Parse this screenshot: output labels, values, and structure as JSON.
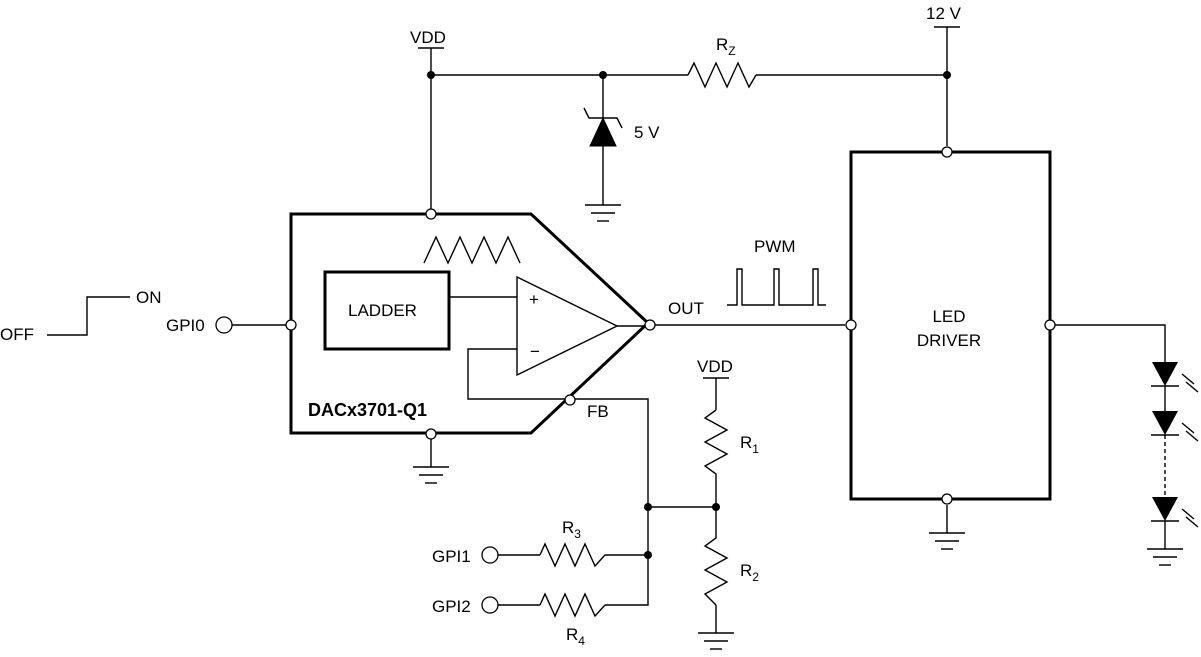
{
  "labels": {
    "vdd_top": "VDD",
    "supply_12v": "12 V",
    "rz_main": "R",
    "rz_sub": "Z",
    "zener": "5 V",
    "ladder": "LADDER",
    "plus": "+",
    "minus": "−",
    "out": "OUT",
    "pwm": "PWM",
    "fb": "FB",
    "chip": "DACx3701-Q1",
    "gpi0": "GPI0",
    "on": "ON",
    "off": "OFF",
    "led_driver_1": "LED",
    "led_driver_2": "DRIVER",
    "vdd_div": "VDD",
    "r1_main": "R",
    "r1_sub": "1",
    "r2_main": "R",
    "r2_sub": "2",
    "r3_main": "R",
    "r3_sub": "3",
    "r4_main": "R",
    "r4_sub": "4",
    "gpi1": "GPI1",
    "gpi2": "GPI2"
  }
}
